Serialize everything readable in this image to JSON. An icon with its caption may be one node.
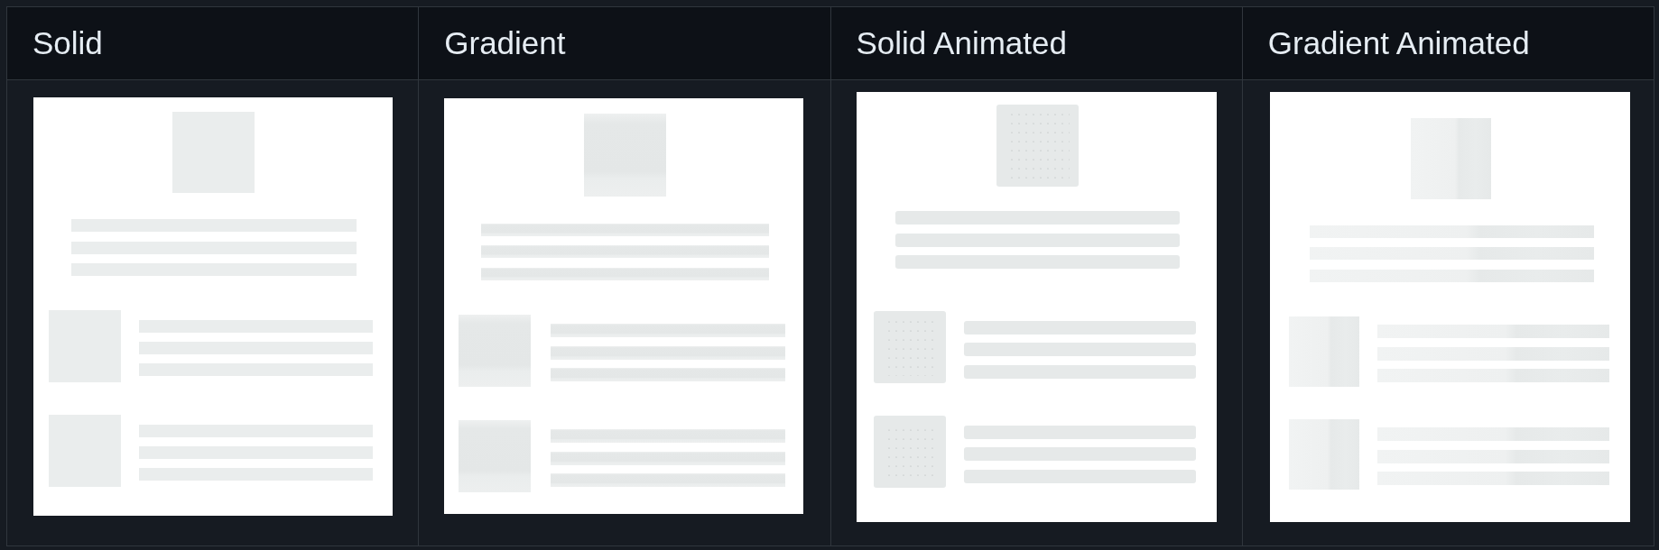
{
  "diagram": {
    "labels": [
      "Solid",
      "Gradient",
      "Solid Animated",
      "Gradient Animated"
    ]
  }
}
